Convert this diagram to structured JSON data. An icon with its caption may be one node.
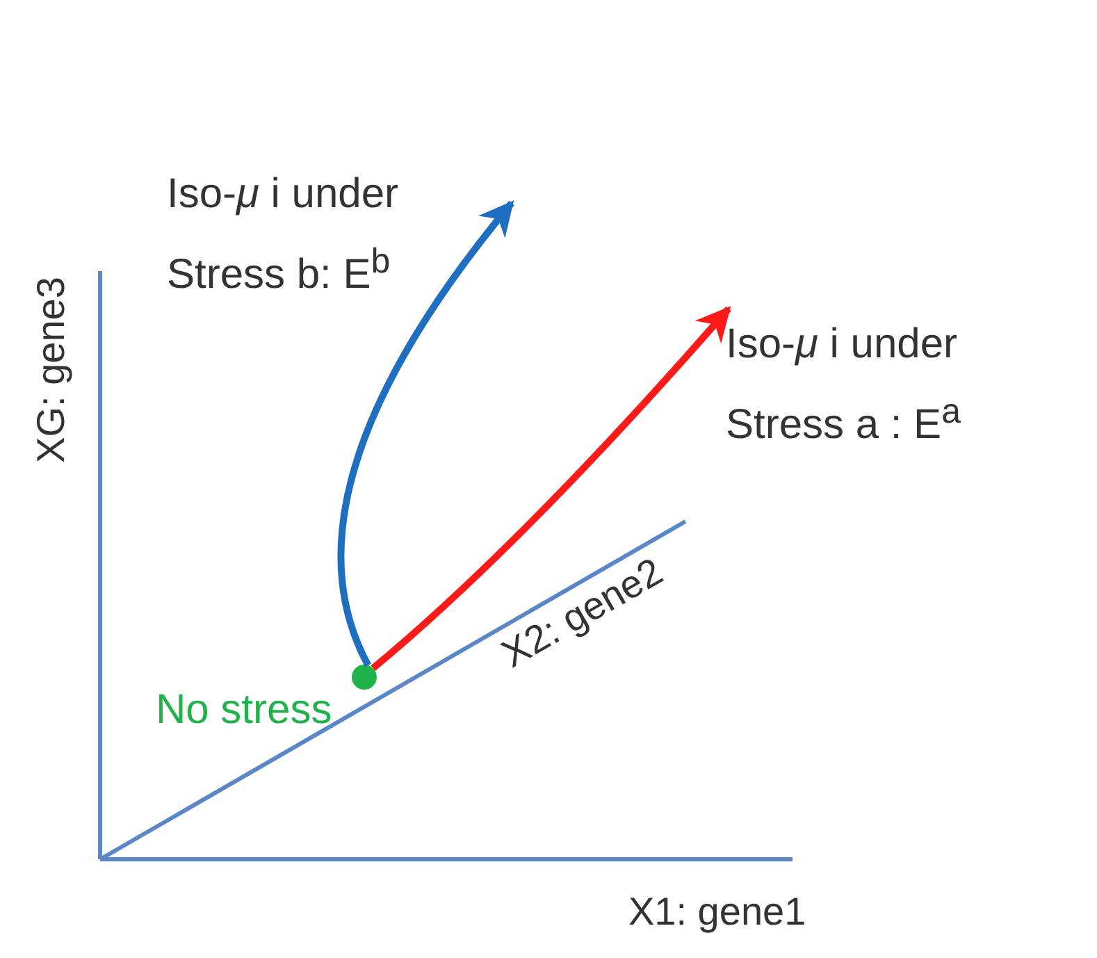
{
  "diagram": {
    "nodes": [
      {
        "text": [],
        "shape": "circle",
        "beside": [
          "No stress"
        ]
      },
      {
        "text": [
          "Iso-*μ* i under Stress b: E$^{b}$"
        ]
      },
      {
        "text": [
          "Iso-*μ* i under Stress a : E$^{a}$"
        ]
      }
    ],
    "edges": [
      {
        "from": 0,
        "to": 1,
        "arrow": "to",
        "color": "#1f6fc0"
      },
      {
        "from": 0,
        "to": 2,
        "arrow": "to",
        "color": "#ff1a1a"
      }
    ],
    "labels": [
      "XG: gene3",
      "X2: gene2",
      "X1: gene1"
    ]
  }
}
